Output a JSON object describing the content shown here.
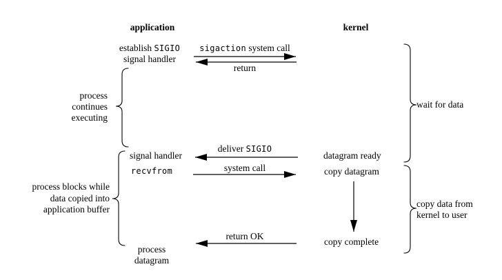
{
  "headers": {
    "application": "application",
    "kernel": "kernel"
  },
  "application_column": {
    "establish_sigio": {
      "serif": "establish ",
      "mono": "SIGIO"
    },
    "establish_line2": "signal handler",
    "signal_handler": "signal handler",
    "recvfrom": "recvfrom",
    "process_datagram": {
      "line1": "process",
      "line2": "datagram"
    }
  },
  "kernel_column": {
    "datagram_ready": "datagram ready",
    "copy_datagram": "copy datagram",
    "copy_complete": "copy complete"
  },
  "arrow_labels": {
    "sigaction_call": {
      "mono": "sigaction",
      "serif": " system call"
    },
    "return": "return",
    "deliver_sigio": {
      "serif": "deliver ",
      "mono": "SIGIO"
    },
    "system_call": "system call",
    "return_ok": "return OK"
  },
  "annotations": {
    "process_continues": {
      "line1": "process",
      "line2": "continues",
      "line3": "executing"
    },
    "process_blocks": {
      "line1": "process blocks while",
      "line2": "data copied into",
      "line3": "application buffer"
    },
    "wait_for_data": "wait for data",
    "copy_data": {
      "line1": "copy data from",
      "line2": "kernel to user"
    }
  },
  "colors": {
    "ink": "#000000",
    "background": "#ffffff"
  }
}
